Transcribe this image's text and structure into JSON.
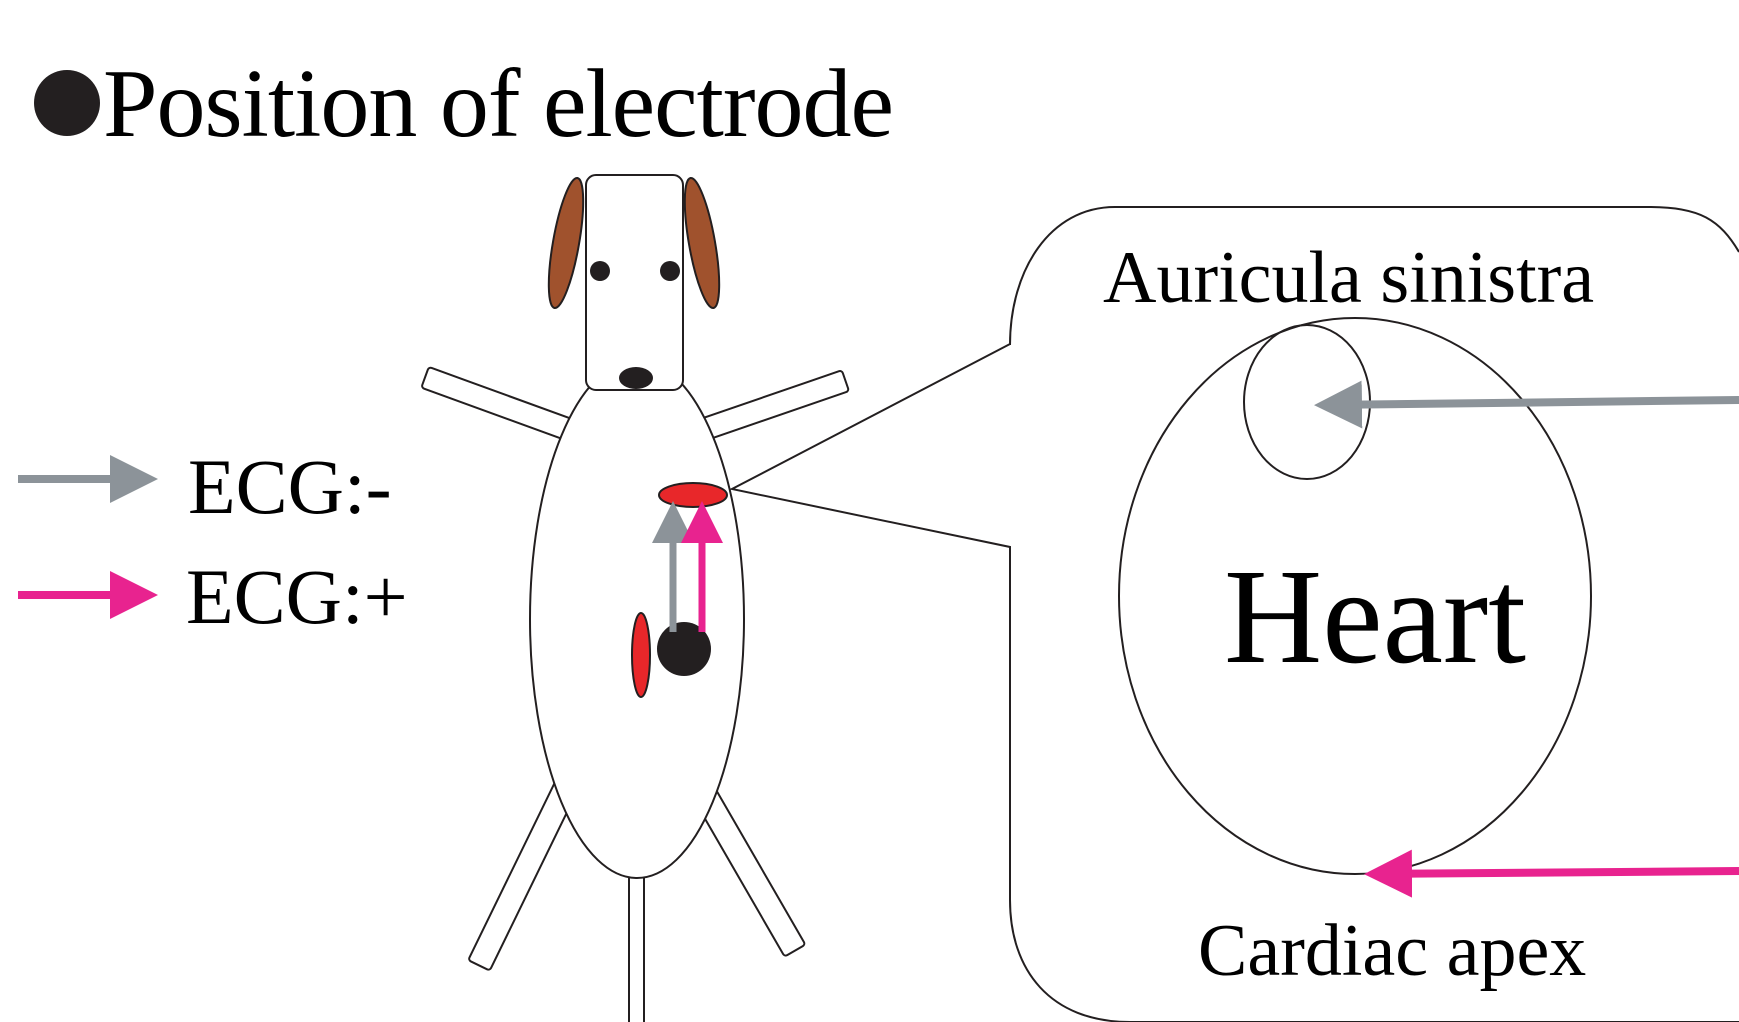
{
  "title": "Position of electrode",
  "title_bullet_icon": "filled-circle-bullet-icon",
  "legend": [
    {
      "label": "ECG:-",
      "color": "#8c9399",
      "icon": "arrow-right-icon"
    },
    {
      "label": "ECG:+",
      "color": "#e8238f",
      "icon": "arrow-right-icon"
    }
  ],
  "callout": {
    "auricula_label": "Auricula sinistra",
    "heart_label": "Heart",
    "apex_label": "Cardiac apex"
  },
  "colors": {
    "ecg_negative": "#8c9399",
    "ecg_positive": "#e8238f",
    "electrode_red": "#e8272a",
    "ear_brown": "#a0522d",
    "outline": "#231f20"
  }
}
